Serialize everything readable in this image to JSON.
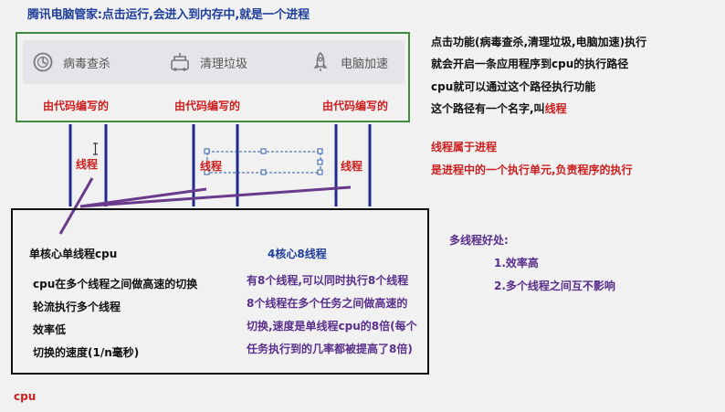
{
  "title": "腾讯电脑管家:点击运行,会进入到内存中,就是一个进程",
  "toolbar": {
    "items": [
      {
        "label": "病毒查杀",
        "icon": "antivirus-icon"
      },
      {
        "label": "清理垃圾",
        "icon": "cleanup-icon"
      },
      {
        "label": "电脑加速",
        "icon": "rocket-icon"
      }
    ]
  },
  "code_labels": [
    "由代码编写的",
    "由代码编写的",
    "由代码编写的"
  ],
  "thread_labels": [
    "线程",
    "线程",
    "线程"
  ],
  "right_notes": {
    "lines": [
      "点击功能(病毒查杀,清理垃圾,电脑加速)执行",
      "就会开启一条应用程序到cpu的执行路径",
      "cpu就可以通过这个路径执行功能"
    ],
    "name_prefix": "这个路径有一个名字,叫",
    "name_highlight": "线程",
    "belongs": "线程属于进程",
    "unit": "是进程中的一个执行单元,负责程序的执行"
  },
  "single_core": {
    "heading": "单核心单线程cpu",
    "lines": [
      "cpu在多个线程之间做高速的切换",
      "轮流执行多个线程",
      "效率低",
      "切换的速度(1/n毫秒)"
    ]
  },
  "multi_core": {
    "heading": "4核心8线程",
    "lines": [
      "有8个线程,可以同时执行8个线程",
      "8个线程在多个任务之间做高速的",
      "切换,速度是单线程cpu的8倍(每个",
      "任务执行到的几率都被提高了8倍)"
    ]
  },
  "benefits": {
    "heading": "多线程好处:",
    "items": [
      "1.效率高",
      "2.多个线程之间互不影响"
    ]
  },
  "cpu_label": "cpu",
  "colors": {
    "green_border": "#3f8a3f",
    "red": "#cc1f1f",
    "navy": "#1f3f9a",
    "purple": "#5a2f8c"
  }
}
